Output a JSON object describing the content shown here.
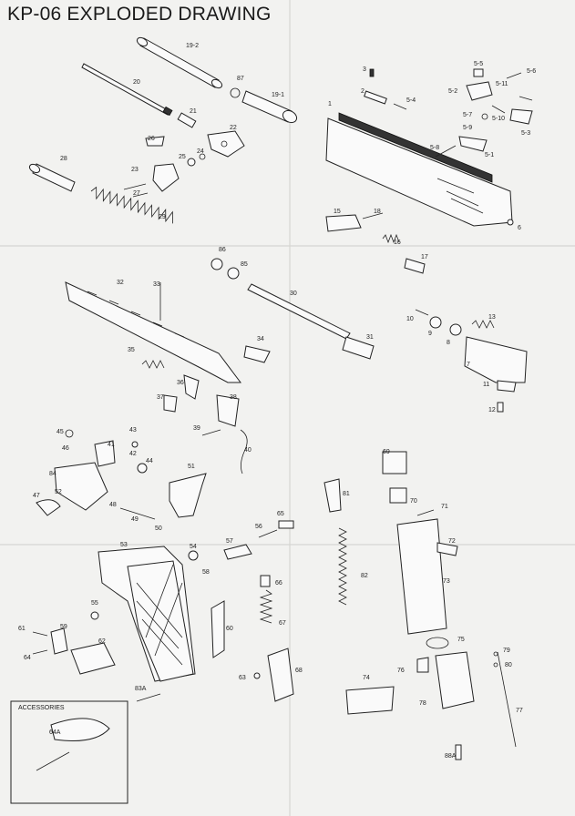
{
  "title": "KP-06 EXPLODED DRAWING",
  "accessories_label": "ACCESSORIES",
  "parts": [
    "19-2",
    "20",
    "87",
    "19-1",
    "21",
    "22",
    "26",
    "24",
    "25",
    "28",
    "23",
    "27",
    "29",
    "1",
    "2",
    "3",
    "5-5",
    "5-6",
    "5-4",
    "5-2",
    "5-11",
    "5-7",
    "5-9",
    "5-10",
    "5-3",
    "5-8",
    "5-1",
    "6",
    "15",
    "18",
    "16",
    "17",
    "86",
    "85",
    "30",
    "31",
    "32",
    "33",
    "34",
    "35",
    "36",
    "37",
    "38",
    "39",
    "40",
    "10",
    "9",
    "8",
    "13",
    "7",
    "11",
    "12",
    "45",
    "46",
    "43",
    "41",
    "42",
    "44",
    "84",
    "51",
    "47",
    "52",
    "48",
    "49",
    "50",
    "69",
    "70",
    "71",
    "72",
    "73",
    "81",
    "82",
    "53",
    "54",
    "55",
    "58",
    "57",
    "56",
    "65",
    "66",
    "67",
    "68",
    "63",
    "60",
    "59",
    "62",
    "61",
    "64",
    "83A",
    "74",
    "75",
    "76",
    "78",
    "79",
    "80",
    "77",
    "88A",
    "64A"
  ]
}
